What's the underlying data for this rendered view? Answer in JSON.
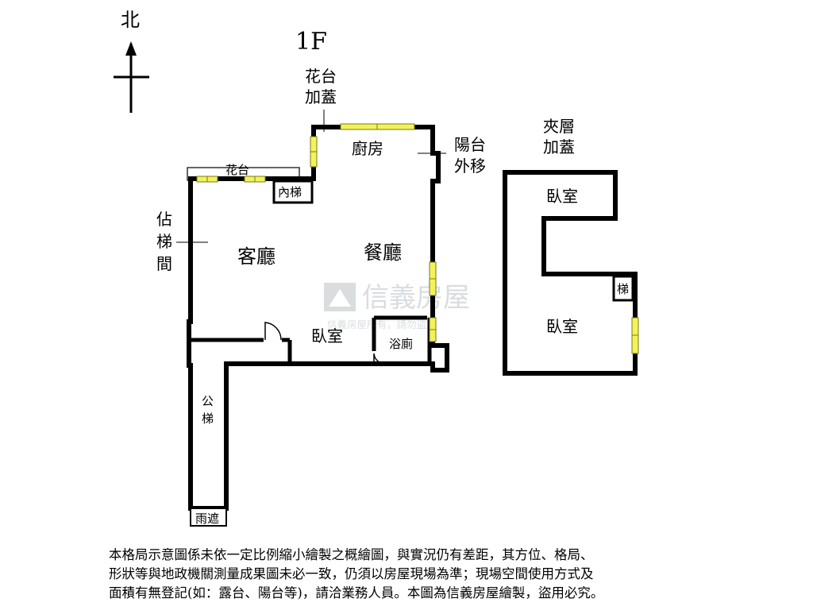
{
  "compass": {
    "north_label": "北"
  },
  "floor_label": "1F",
  "labels": {
    "planter_ext_1": "花台",
    "planter_ext_2": "加蓋",
    "kitchen": "廚房",
    "balcony_move_1": "陽台",
    "balcony_move_2": "外移",
    "planter": "花台",
    "inner_stair": "內梯",
    "stair_occupied_1": "佔",
    "stair_occupied_2": "梯",
    "stair_occupied_3": "間",
    "living_room": "客廳",
    "dining_room": "餐廳",
    "bedroom_main": "臥室",
    "bathroom": "浴廁",
    "public_stair_1": "公",
    "public_stair_2": "梯",
    "canopy": "雨遮",
    "mezzanine_1": "夾層",
    "mezzanine_2": "加蓋",
    "mezz_bedroom_1": "臥室",
    "mezz_stair": "梯",
    "mezz_bedroom_2": "臥室"
  },
  "watermark": {
    "brand": "信義房屋",
    "notice": "信義房屋所有，請勿盜用"
  },
  "colors": {
    "wall": "#000000",
    "window_fill": "#f2f25a",
    "window_stroke": "#7a7a1a",
    "watermark": "#d9dde0"
  },
  "disclaimer": [
    "本格局示意圖係未依一定比例縮小繪製之概繪圖，與實況仍有差距，其方位、格局、",
    "形狀等與地政機關測量成果圖未必一致，仍須以房屋現場為準；現場空間使用方式及",
    "面積有無登記(如：露台、陽台等)，請洽業務人員。本圖為信義房屋繪製，盜用必究。"
  ]
}
